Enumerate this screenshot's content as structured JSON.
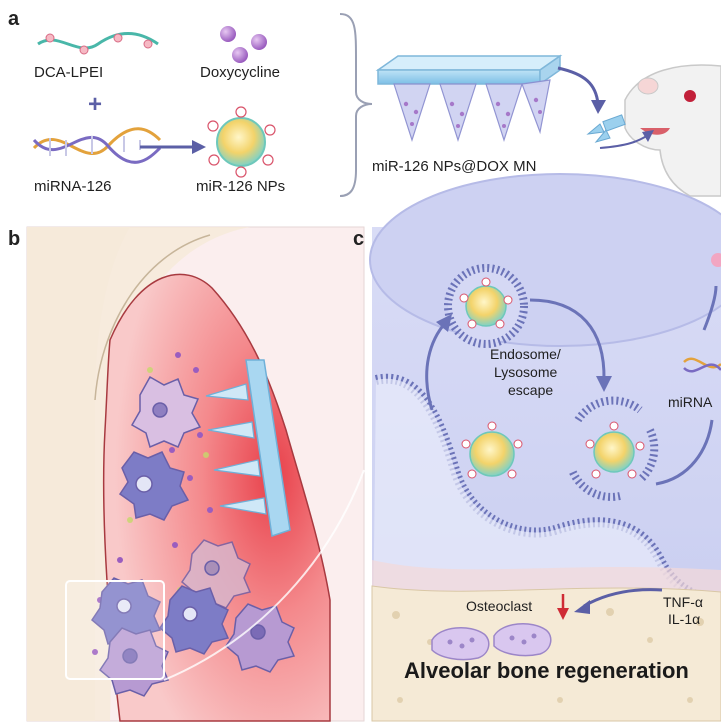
{
  "panels": {
    "a": "a",
    "b": "b",
    "c": "c"
  },
  "panel_a": {
    "polymer": "DCA-LPEI",
    "drug": "Doxycycline",
    "plus": "+",
    "mirna": "miRNA-126",
    "nanoparticle": "miR-126 NPs",
    "microneedle": "miR-126 NPs@DOX MN"
  },
  "panel_c": {
    "escape_line1": "Endosome/",
    "escape_line2": "Lysosome",
    "escape_line3": "escape",
    "mirna_partial": "miRNA",
    "osteoclast": "Osteoclast",
    "tnf": "TNF-α",
    "il": "IL-1α",
    "bone": "Alveolar bone regeneration"
  },
  "colors": {
    "nanoparticle_core": "#f3d36a",
    "nanoparticle_shell": "#7fd2c6",
    "membrane": "#6b73b8",
    "gum": "#ef6f72",
    "microneedle": "#8fc8ea"
  }
}
